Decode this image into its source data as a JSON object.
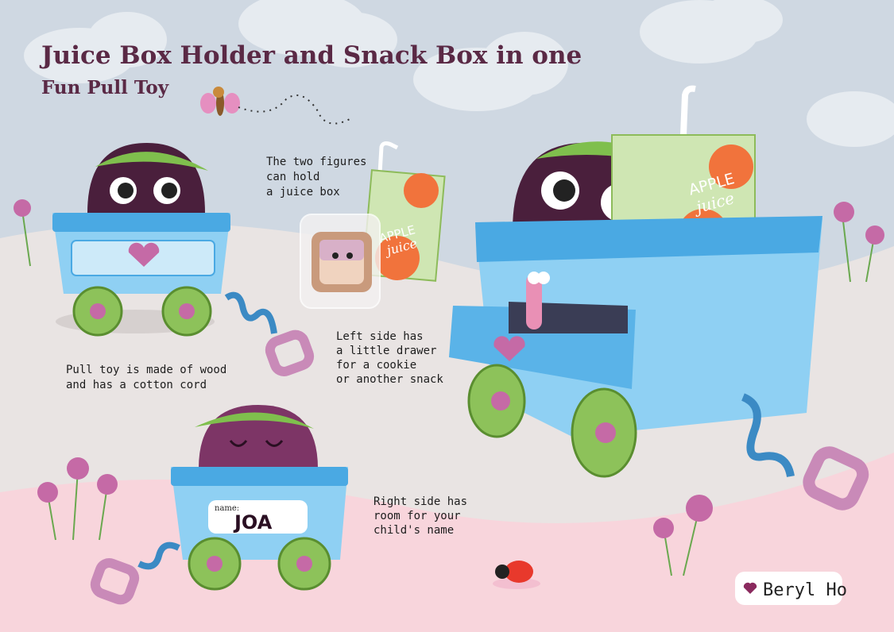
{
  "title": "Juice Box Holder and Snack Box in one",
  "subtitle": "Fun Pull Toy",
  "notes": {
    "juice": [
      "The two figures",
      "can hold",
      "a juice box"
    ],
    "drawer": [
      "Left side has",
      "a little drawer",
      "for a cookie",
      "or another snack"
    ],
    "wood": [
      "Pull toy is made of wood",
      "and has a cotton cord"
    ],
    "name": [
      "Right side has",
      "room for your",
      "child's name"
    ]
  },
  "juice_box": {
    "line1": "APPLE",
    "line2": "juice"
  },
  "name_tag": {
    "label": "name:",
    "value": "JOA"
  },
  "signature": "Beryl Ho",
  "colors": {
    "sky": "#cfd8e2",
    "ground": "#e9e4e3",
    "pink": "#f8d5dc",
    "cart": "#8fd0f3",
    "rim": "#4aa9e3",
    "fig": "#4a1f3c",
    "wheel": "#8dc25a",
    "title": "#5a2945"
  }
}
